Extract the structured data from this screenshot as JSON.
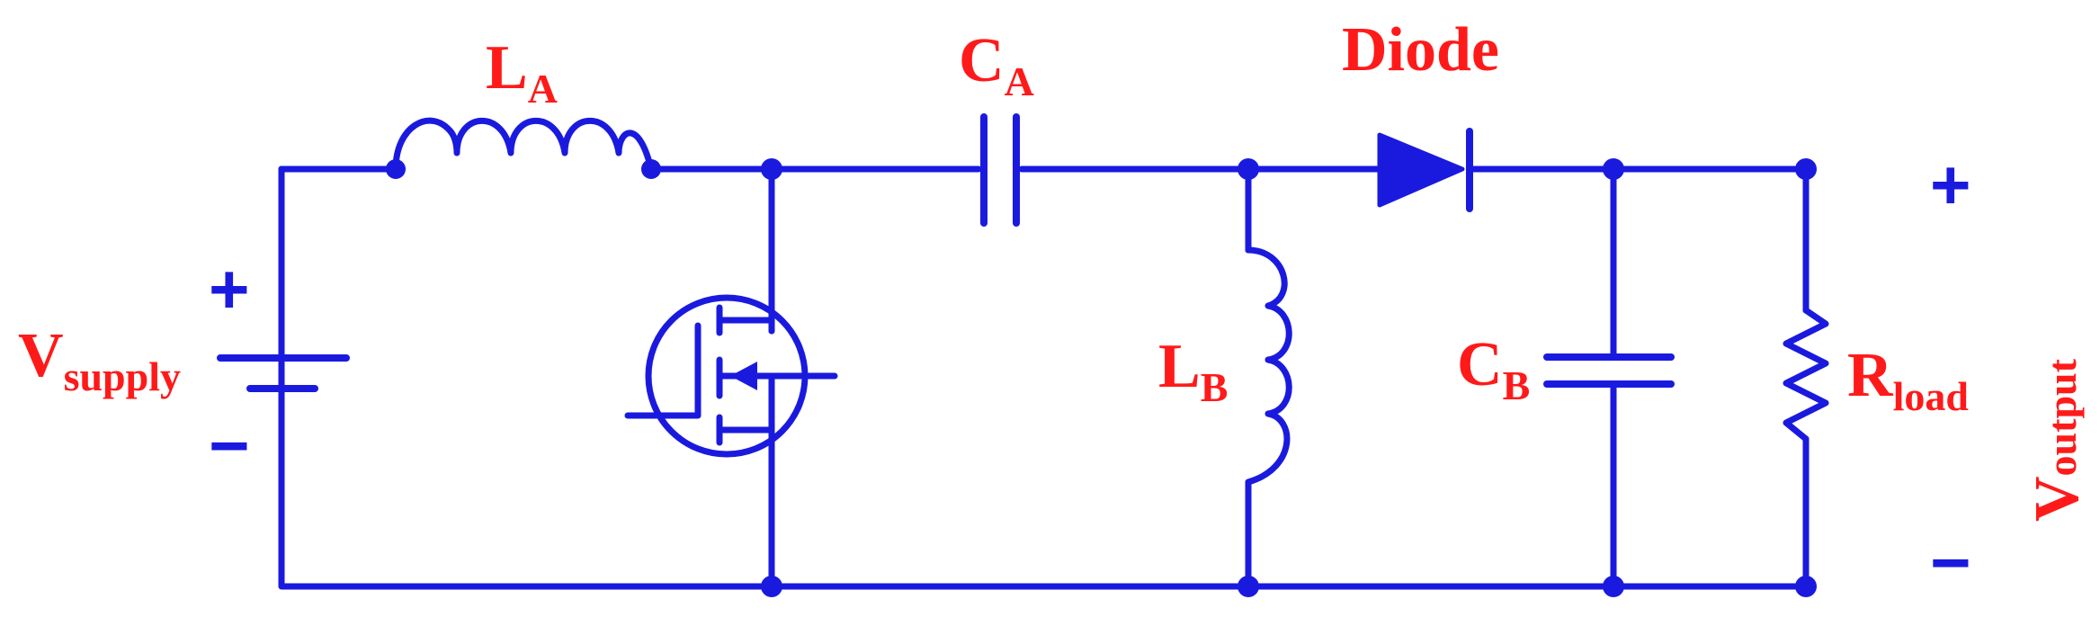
{
  "colors": {
    "wire": "#1a1adf",
    "label": "#ff1a1a"
  },
  "labels": {
    "inductor_a": {
      "main": "L",
      "sub": "A"
    },
    "capacitor_a": {
      "main": "C",
      "sub": "A"
    },
    "diode": "Diode",
    "inductor_b": {
      "main": "L",
      "sub": "B"
    },
    "capacitor_b": {
      "main": "C",
      "sub": "B"
    },
    "load_resistor": {
      "main": "R",
      "sub": "load"
    },
    "supply": {
      "main": "V",
      "sub": "supply"
    },
    "output": {
      "main": "V",
      "sub": "output"
    }
  },
  "signs": {
    "supply_plus": "+",
    "supply_minus": "−",
    "output_plus": "+",
    "output_minus": "−"
  },
  "components": [
    {
      "id": "supply-battery",
      "symbol": "battery-icon"
    },
    {
      "id": "inductor-la",
      "symbol": "inductor-icon"
    },
    {
      "id": "mosfet-switch",
      "symbol": "mosfet-icon"
    },
    {
      "id": "capacitor-ca",
      "symbol": "capacitor-icon"
    },
    {
      "id": "diode",
      "symbol": "diode-icon"
    },
    {
      "id": "inductor-lb",
      "symbol": "inductor-icon"
    },
    {
      "id": "capacitor-cb",
      "symbol": "capacitor-icon"
    },
    {
      "id": "resistor-rload",
      "symbol": "resistor-icon"
    }
  ]
}
